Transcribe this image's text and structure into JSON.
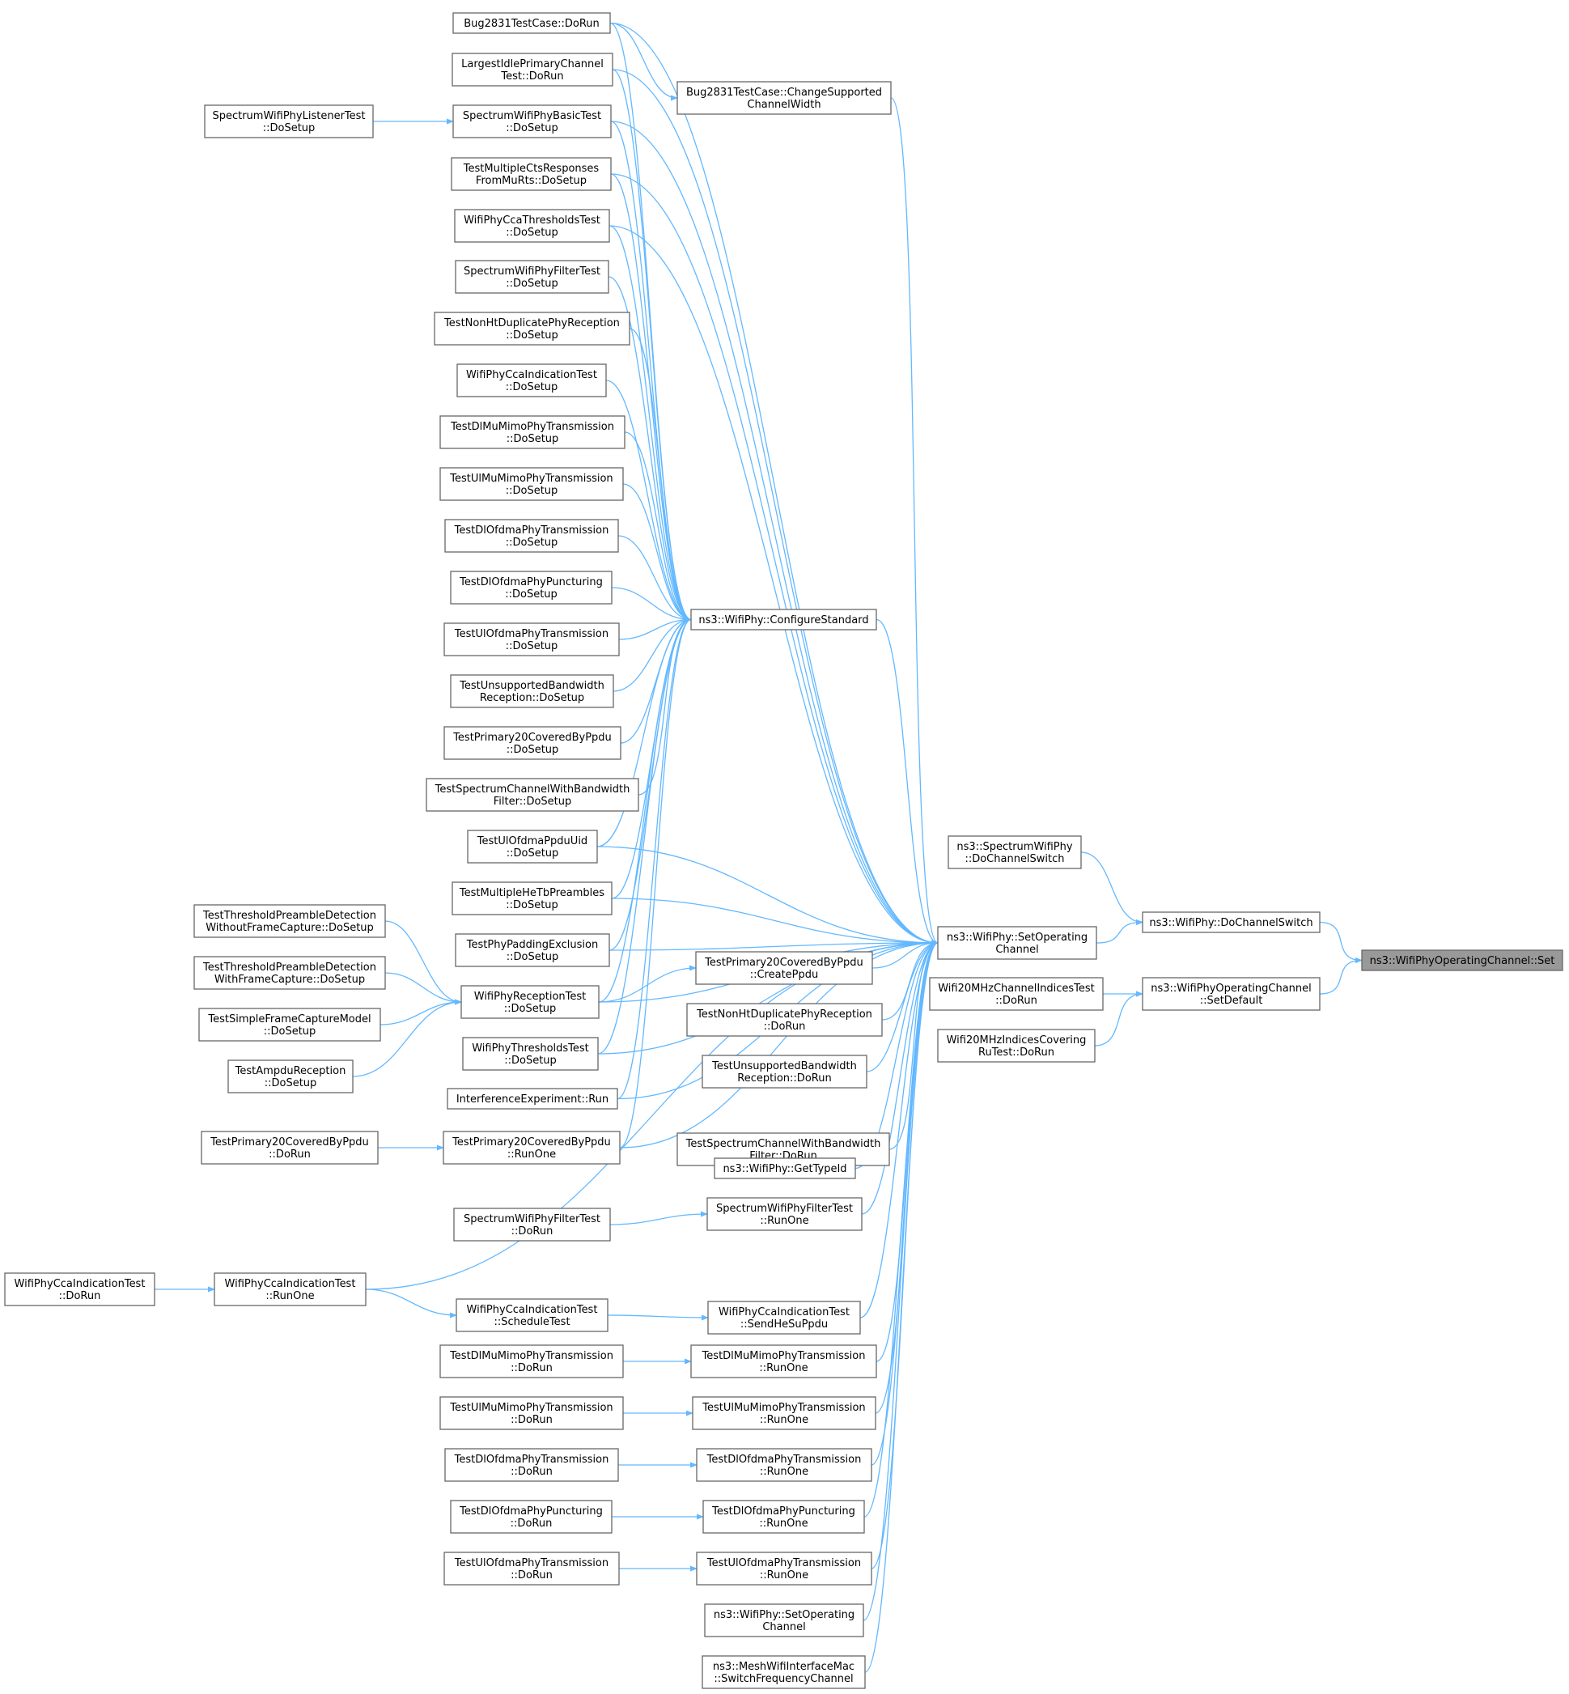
{
  "nodes": [
    {
      "id": "set",
      "lines": [
        "ns3::WifiPhyOperatingChannel::Set"
      ],
      "highlight": true
    },
    {
      "id": "dochsw",
      "lines": [
        "ns3::WifiPhy::DoChannelSwitch"
      ]
    },
    {
      "id": "setdefault",
      "lines": [
        "ns3::WifiPhyOperatingChannel",
        "::SetDefault"
      ]
    },
    {
      "id": "specdoch",
      "lines": [
        "ns3::SpectrumWifiPhy",
        "::DoChannelSwitch"
      ]
    },
    {
      "id": "setop",
      "lines": [
        "ns3::WifiPhy::SetOperating",
        "Channel"
      ]
    },
    {
      "id": "w20mhz",
      "lines": [
        "Wifi20MHzChannelIndicesTest",
        "::DoRun"
      ]
    },
    {
      "id": "w20ru",
      "lines": [
        "Wifi20MHzIndicesCovering",
        "RuTest::DoRun"
      ]
    },
    {
      "id": "configstd",
      "lines": [
        "ns3::WifiPhy::ConfigureStandard"
      ]
    },
    {
      "id": "bugchange",
      "lines": [
        "Bug2831TestCase::ChangeSupported",
        "ChannelWidth"
      ]
    },
    {
      "id": "p20create",
      "lines": [
        "TestPrimary20CoveredByPpdu",
        "::CreatePpdu"
      ]
    },
    {
      "id": "nonhtrun",
      "lines": [
        "TestNonHtDuplicatePhyReception",
        "::DoRun"
      ]
    },
    {
      "id": "unsuprun",
      "lines": [
        "TestUnsupportedBandwidth",
        "Reception::DoRun"
      ]
    },
    {
      "id": "specbwrun",
      "lines": [
        "TestSpectrumChannelWithBandwidth",
        "Filter::DoRun"
      ]
    },
    {
      "id": "gettypeid",
      "lines": [
        "ns3::WifiPhy::GetTypeId"
      ]
    },
    {
      "id": "sfiltrunone",
      "lines": [
        "SpectrumWifiPhyFilterTest",
        "::RunOne"
      ]
    },
    {
      "id": "ccasendhesu",
      "lines": [
        "WifiPhyCcaIndicationTest",
        "::SendHeSuPpdu"
      ]
    },
    {
      "id": "dlmimorunone",
      "lines": [
        "TestDlMuMimoPhyTransmission",
        "::RunOne"
      ]
    },
    {
      "id": "ulmimorunone",
      "lines": [
        "TestUlMuMimoPhyTransmission",
        "::RunOne"
      ]
    },
    {
      "id": "dlofdmarunone",
      "lines": [
        "TestDlOfdmaPhyTransmission",
        "::RunOne"
      ]
    },
    {
      "id": "dlpuncrunone",
      "lines": [
        "TestDlOfdmaPhyPuncturing",
        "::RunOne"
      ]
    },
    {
      "id": "ulofdmarunone",
      "lines": [
        "TestUlOfdmaPhyTransmission",
        "::RunOne"
      ]
    },
    {
      "id": "setop2",
      "lines": [
        "ns3::WifiPhy::SetOperating",
        "Channel"
      ]
    },
    {
      "id": "meshsw",
      "lines": [
        "ns3::MeshWifiInterfaceMac",
        "::SwitchFrequencyChannel"
      ]
    },
    {
      "id": "bugdorun",
      "lines": [
        "Bug2831TestCase::DoRun"
      ]
    },
    {
      "id": "largest",
      "lines": [
        "LargestIdlePrimaryChannel",
        "Test::DoRun"
      ]
    },
    {
      "id": "sbasic",
      "lines": [
        "SpectrumWifiPhyBasicTest",
        "::DoSetup"
      ]
    },
    {
      "id": "multicts",
      "lines": [
        "TestMultipleCtsResponses",
        "FromMuRts::DoSetup"
      ]
    },
    {
      "id": "ccathr",
      "lines": [
        "WifiPhyCcaThresholdsTest",
        "::DoSetup"
      ]
    },
    {
      "id": "sfiltsetup",
      "lines": [
        "SpectrumWifiPhyFilterTest",
        "::DoSetup"
      ]
    },
    {
      "id": "nonhtsetup",
      "lines": [
        "TestNonHtDuplicatePhyReception",
        "::DoSetup"
      ]
    },
    {
      "id": "ccaindsetup",
      "lines": [
        "WifiPhyCcaIndicationTest",
        "::DoSetup"
      ]
    },
    {
      "id": "dlmimosetup",
      "lines": [
        "TestDlMuMimoPhyTransmission",
        "::DoSetup"
      ]
    },
    {
      "id": "ulmimosetup",
      "lines": [
        "TestUlMuMimoPhyTransmission",
        "::DoSetup"
      ]
    },
    {
      "id": "dlofdmasetup",
      "lines": [
        "TestDlOfdmaPhyTransmission",
        "::DoSetup"
      ]
    },
    {
      "id": "dlpuncsetup",
      "lines": [
        "TestDlOfdmaPhyPuncturing",
        "::DoSetup"
      ]
    },
    {
      "id": "ulofdmasetup",
      "lines": [
        "TestUlOfdmaPhyTransmission",
        "::DoSetup"
      ]
    },
    {
      "id": "unsupsetup",
      "lines": [
        "TestUnsupportedBandwidth",
        "Reception::DoSetup"
      ]
    },
    {
      "id": "p20setup",
      "lines": [
        "TestPrimary20CoveredByPpdu",
        "::DoSetup"
      ]
    },
    {
      "id": "specbwsetup",
      "lines": [
        "TestSpectrumChannelWithBandwidth",
        "Filter::DoSetup"
      ]
    },
    {
      "id": "ulppduuid",
      "lines": [
        "TestUlOfdmaPpduUid",
        "::DoSetup"
      ]
    },
    {
      "id": "multihetb",
      "lines": [
        "TestMultipleHeTbPreambles",
        "::DoSetup"
      ]
    },
    {
      "id": "padding",
      "lines": [
        "TestPhyPaddingExclusion",
        "::DoSetup"
      ]
    },
    {
      "id": "rxtest",
      "lines": [
        "WifiPhyReceptionTest",
        "::DoSetup"
      ]
    },
    {
      "id": "phythr",
      "lines": [
        "WifiPhyThresholdsTest",
        "::DoSetup"
      ]
    },
    {
      "id": "interf",
      "lines": [
        "InterferenceExperiment::Run"
      ]
    },
    {
      "id": "p20runone",
      "lines": [
        "TestPrimary20CoveredByPpdu",
        "::RunOne"
      ]
    },
    {
      "id": "sfiltdorun",
      "lines": [
        "SpectrumWifiPhyFilterTest",
        "::DoRun"
      ]
    },
    {
      "id": "ccarunone",
      "lines": [
        "WifiPhyCcaIndicationTest",
        "::RunOne"
      ]
    },
    {
      "id": "ccasched",
      "lines": [
        "WifiPhyCcaIndicationTest",
        "::ScheduleTest"
      ]
    },
    {
      "id": "dlmimodorun",
      "lines": [
        "TestDlMuMimoPhyTransmission",
        "::DoRun"
      ]
    },
    {
      "id": "ulmimodorun",
      "lines": [
        "TestUlMuMimoPhyTransmission",
        "::DoRun"
      ]
    },
    {
      "id": "dlofdmadorun",
      "lines": [
        "TestDlOfdmaPhyTransmission",
        "::DoRun"
      ]
    },
    {
      "id": "dlpuncdorun",
      "lines": [
        "TestDlOfdmaPhyPuncturing",
        "::DoRun"
      ]
    },
    {
      "id": "ulofdmadorun",
      "lines": [
        "TestUlOfdmaPhyTransmission",
        "::DoRun"
      ]
    },
    {
      "id": "slistener",
      "lines": [
        "SpectrumWifiPhyListenerTest",
        "::DoSetup"
      ]
    },
    {
      "id": "thrwithout",
      "lines": [
        "TestThresholdPreambleDetection",
        "WithoutFrameCapture::DoSetup"
      ]
    },
    {
      "id": "thrwith",
      "lines": [
        "TestThresholdPreambleDetection",
        "WithFrameCapture::DoSetup"
      ]
    },
    {
      "id": "simplefc",
      "lines": [
        "TestSimpleFrameCaptureModel",
        "::DoSetup"
      ]
    },
    {
      "id": "ampdu",
      "lines": [
        "TestAmpduReception",
        "::DoSetup"
      ]
    },
    {
      "id": "p20dorun",
      "lines": [
        "TestPrimary20CoveredByPpdu",
        "::DoRun"
      ]
    },
    {
      "id": "ccadorun",
      "lines": [
        "WifiPhyCcaIndicationTest",
        "::DoRun"
      ]
    }
  ],
  "edges": [
    [
      "dochsw",
      "set"
    ],
    [
      "setdefault",
      "set"
    ],
    [
      "specdoch",
      "dochsw"
    ],
    [
      "setop",
      "dochsw"
    ],
    [
      "w20mhz",
      "setdefault"
    ],
    [
      "w20ru",
      "setdefault"
    ],
    [
      "configstd",
      "setop"
    ],
    [
      "bugchange",
      "setop"
    ],
    [
      "p20create",
      "setop"
    ],
    [
      "nonhtrun",
      "setop"
    ],
    [
      "unsuprun",
      "setop"
    ],
    [
      "specbwrun",
      "setop"
    ],
    [
      "gettypeid",
      "setop"
    ],
    [
      "sfiltrunone",
      "setop"
    ],
    [
      "ccasendhesu",
      "setop"
    ],
    [
      "dlmimorunone",
      "setop"
    ],
    [
      "ulmimorunone",
      "setop"
    ],
    [
      "dlofdmarunone",
      "setop"
    ],
    [
      "dlpuncrunone",
      "setop"
    ],
    [
      "ulofdmarunone",
      "setop"
    ],
    [
      "setop2",
      "setop"
    ],
    [
      "meshsw",
      "setop"
    ],
    [
      "bugdorun",
      "setop"
    ],
    [
      "largest",
      "setop"
    ],
    [
      "sbasic",
      "setop"
    ],
    [
      "multicts",
      "setop"
    ],
    [
      "ccathr",
      "setop"
    ],
    [
      "ulppduuid",
      "setop"
    ],
    [
      "multihetb",
      "setop"
    ],
    [
      "padding",
      "setop"
    ],
    [
      "rxtest",
      "setop"
    ],
    [
      "phythr",
      "setop"
    ],
    [
      "interf",
      "setop"
    ],
    [
      "p20runone",
      "setop"
    ],
    [
      "ccarunone",
      "setop"
    ],
    [
      "bugdorun",
      "configstd"
    ],
    [
      "largest",
      "configstd"
    ],
    [
      "sbasic",
      "configstd"
    ],
    [
      "multicts",
      "configstd"
    ],
    [
      "ccathr",
      "configstd"
    ],
    [
      "sfiltsetup",
      "configstd"
    ],
    [
      "nonhtsetup",
      "configstd"
    ],
    [
      "ccaindsetup",
      "configstd"
    ],
    [
      "dlmimosetup",
      "configstd"
    ],
    [
      "ulmimosetup",
      "configstd"
    ],
    [
      "dlofdmasetup",
      "configstd"
    ],
    [
      "dlpuncsetup",
      "configstd"
    ],
    [
      "ulofdmasetup",
      "configstd"
    ],
    [
      "unsupsetup",
      "configstd"
    ],
    [
      "p20setup",
      "configstd"
    ],
    [
      "specbwsetup",
      "configstd"
    ],
    [
      "ulppduuid",
      "configstd"
    ],
    [
      "multihetb",
      "configstd"
    ],
    [
      "padding",
      "configstd"
    ],
    [
      "rxtest",
      "configstd"
    ],
    [
      "phythr",
      "configstd"
    ],
    [
      "interf",
      "configstd"
    ],
    [
      "p20runone",
      "configstd"
    ],
    [
      "bugdorun",
      "bugchange"
    ],
    [
      "slistener",
      "sbasic"
    ],
    [
      "thrwithout",
      "rxtest"
    ],
    [
      "thrwith",
      "rxtest"
    ],
    [
      "simplefc",
      "rxtest"
    ],
    [
      "ampdu",
      "rxtest"
    ],
    [
      "rxtest",
      "p20create"
    ],
    [
      "p20dorun",
      "p20runone"
    ],
    [
      "sfiltdorun",
      "sfiltrunone"
    ],
    [
      "ccadorun",
      "ccarunone"
    ],
    [
      "ccarunone",
      "ccasched"
    ],
    [
      "ccasched",
      "ccasendhesu"
    ],
    [
      "dlmimodorun",
      "dlmimorunone"
    ],
    [
      "ulmimodorun",
      "ulmimorunone"
    ],
    [
      "dlofdmadorun",
      "dlofdmarunone"
    ],
    [
      "dlpuncdorun",
      "dlpuncrunone"
    ],
    [
      "ulofdmadorun",
      "ulofdmarunone"
    ]
  ],
  "colors": {
    "edge": "#63b8ff",
    "node_border": "#666666",
    "highlight_fill": "#999999"
  }
}
